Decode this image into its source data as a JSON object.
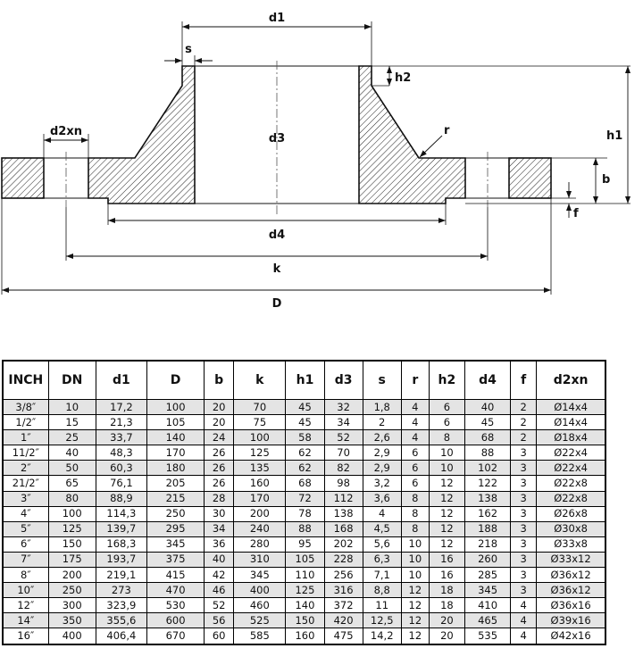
{
  "drawing": {
    "labels": {
      "d1": "d1",
      "s": "s",
      "h2": "h2",
      "h1": "h1",
      "d3": "d3",
      "r": "r",
      "d2xn": "d2xn",
      "b": "b",
      "f": "f",
      "d4": "d4",
      "k": "k",
      "D": "D"
    }
  },
  "table": {
    "headers": [
      "INCH",
      "DN",
      "d1",
      "D",
      "b",
      "k",
      "h1",
      "d3",
      "s",
      "r",
      "h2",
      "d4",
      "f",
      "d2xn"
    ],
    "rows": [
      [
        "3/8″",
        "10",
        "17,2",
        "100",
        "20",
        "70",
        "45",
        "32",
        "1,8",
        "4",
        "6",
        "40",
        "2",
        "Ø14x4"
      ],
      [
        "1/2″",
        "15",
        "21,3",
        "105",
        "20",
        "75",
        "45",
        "34",
        "2",
        "4",
        "6",
        "45",
        "2",
        "Ø14x4"
      ],
      [
        "1″",
        "25",
        "33,7",
        "140",
        "24",
        "100",
        "58",
        "52",
        "2,6",
        "4",
        "8",
        "68",
        "2",
        "Ø18x4"
      ],
      [
        "11/2″",
        "40",
        "48,3",
        "170",
        "26",
        "125",
        "62",
        "70",
        "2,9",
        "6",
        "10",
        "88",
        "3",
        "Ø22x4"
      ],
      [
        "2″",
        "50",
        "60,3",
        "180",
        "26",
        "135",
        "62",
        "82",
        "2,9",
        "6",
        "10",
        "102",
        "3",
        "Ø22x4"
      ],
      [
        "21/2″",
        "65",
        "76,1",
        "205",
        "26",
        "160",
        "68",
        "98",
        "3,2",
        "6",
        "12",
        "122",
        "3",
        "Ø22x8"
      ],
      [
        "3″",
        "80",
        "88,9",
        "215",
        "28",
        "170",
        "72",
        "112",
        "3,6",
        "8",
        "12",
        "138",
        "3",
        "Ø22x8"
      ],
      [
        "4″",
        "100",
        "114,3",
        "250",
        "30",
        "200",
        "78",
        "138",
        "4",
        "8",
        "12",
        "162",
        "3",
        "Ø26x8"
      ],
      [
        "5″",
        "125",
        "139,7",
        "295",
        "34",
        "240",
        "88",
        "168",
        "4,5",
        "8",
        "12",
        "188",
        "3",
        "Ø30x8"
      ],
      [
        "6″",
        "150",
        "168,3",
        "345",
        "36",
        "280",
        "95",
        "202",
        "5,6",
        "10",
        "12",
        "218",
        "3",
        "Ø33x8"
      ],
      [
        "7″",
        "175",
        "193,7",
        "375",
        "40",
        "310",
        "105",
        "228",
        "6,3",
        "10",
        "16",
        "260",
        "3",
        "Ø33x12"
      ],
      [
        "8″",
        "200",
        "219,1",
        "415",
        "42",
        "345",
        "110",
        "256",
        "7,1",
        "10",
        "16",
        "285",
        "3",
        "Ø36x12"
      ],
      [
        "10″",
        "250",
        "273",
        "470",
        "46",
        "400",
        "125",
        "316",
        "8,8",
        "12",
        "18",
        "345",
        "3",
        "Ø36x12"
      ],
      [
        "12″",
        "300",
        "323,9",
        "530",
        "52",
        "460",
        "140",
        "372",
        "11",
        "12",
        "18",
        "410",
        "4",
        "Ø36x16"
      ],
      [
        "14″",
        "350",
        "355,6",
        "600",
        "56",
        "525",
        "150",
        "420",
        "12,5",
        "12",
        "20",
        "465",
        "4",
        "Ø39x16"
      ],
      [
        "16″",
        "400",
        "406,4",
        "670",
        "60",
        "585",
        "160",
        "475",
        "14,2",
        "12",
        "20",
        "535",
        "4",
        "Ø42x16"
      ]
    ]
  }
}
